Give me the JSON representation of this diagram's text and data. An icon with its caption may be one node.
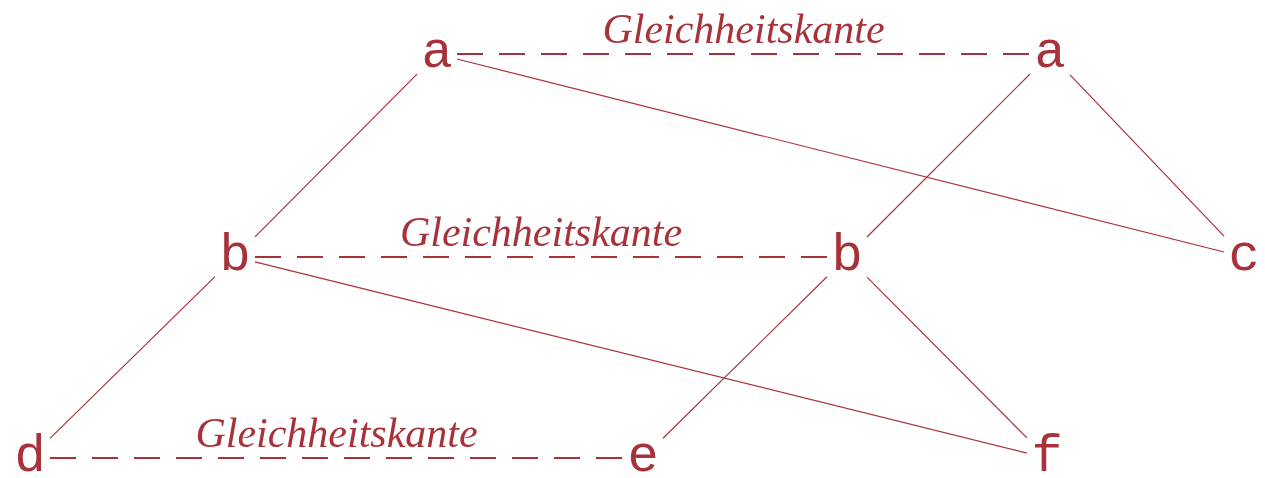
{
  "diagram": {
    "nodes": [
      {
        "text": [
          "a"
        ]
      },
      {
        "text": [
          "a"
        ]
      },
      {
        "text": [
          "b"
        ]
      },
      {
        "text": [
          "b"
        ]
      },
      {
        "text": [
          "c"
        ]
      },
      {
        "text": [
          "d"
        ]
      },
      {
        "text": [
          "e"
        ]
      },
      {
        "text": [
          "f"
        ]
      }
    ],
    "edges": [
      {
        "from": 0,
        "to": 1,
        "arrow": "none",
        "label": "Gleichheitskante",
        "style": "dashed"
      },
      {
        "from": 0,
        "to": 2,
        "arrow": "none"
      },
      {
        "from": 0,
        "to": 4,
        "arrow": "none"
      },
      {
        "from": 1,
        "to": 3,
        "arrow": "none"
      },
      {
        "from": 1,
        "to": 4,
        "arrow": "none"
      },
      {
        "from": 2,
        "to": 3,
        "arrow": "none",
        "label": "Gleichheitskante",
        "style": "dashed"
      },
      {
        "from": 2,
        "to": 5,
        "arrow": "none"
      },
      {
        "from": 2,
        "to": 7,
        "arrow": "none"
      },
      {
        "from": 3,
        "to": 6,
        "arrow": "none"
      },
      {
        "from": 3,
        "to": 7,
        "arrow": "none"
      },
      {
        "from": 5,
        "to": 6,
        "arrow": "none",
        "label": "Gleichheitskante",
        "style": "dashed"
      }
    ]
  }
}
